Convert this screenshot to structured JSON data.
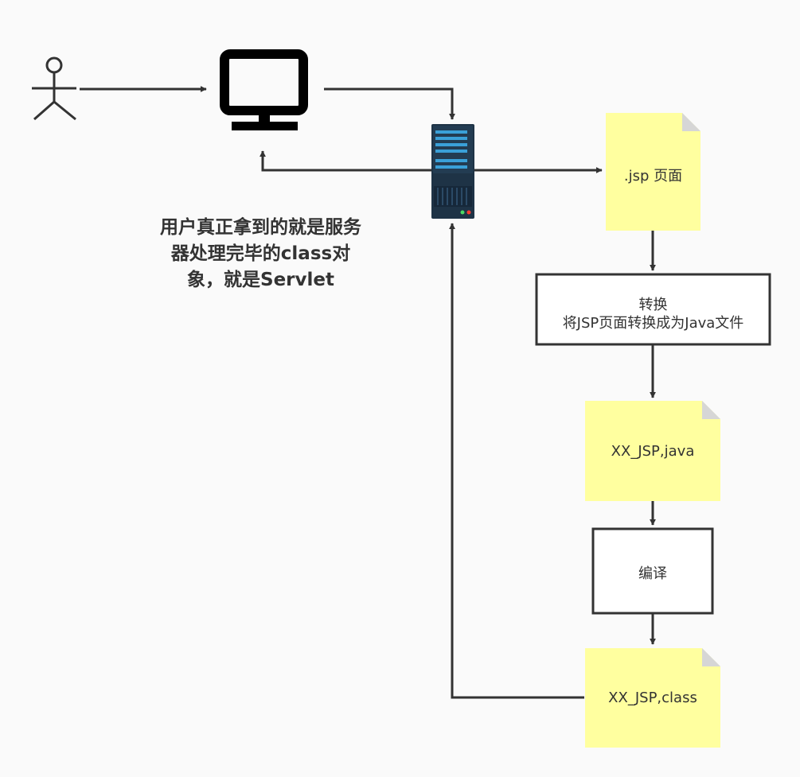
{
  "diagram": {
    "note_lines": [
      "用户真正拿到的就是服务",
      "器处理完毕的class对",
      "象，就是Servlet"
    ],
    "jsp_page": ".jsp 页面",
    "convert_title": "转换",
    "convert_desc": "将JSP页面转换成为Java文件",
    "java_file": "XX_JSP,java",
    "compile": "编译",
    "class_file": "XX_JSP,class"
  },
  "colors": {
    "background": "#fafafa",
    "stroke": "#333333",
    "note_fill": "#ffff9f",
    "note_fold": "#d6d6d6",
    "box_fill": "#ffffff",
    "server_body": "#1e3346",
    "server_accent": "#3aa0d8"
  },
  "icons": [
    "user-icon",
    "monitor-icon",
    "server-icon"
  ]
}
